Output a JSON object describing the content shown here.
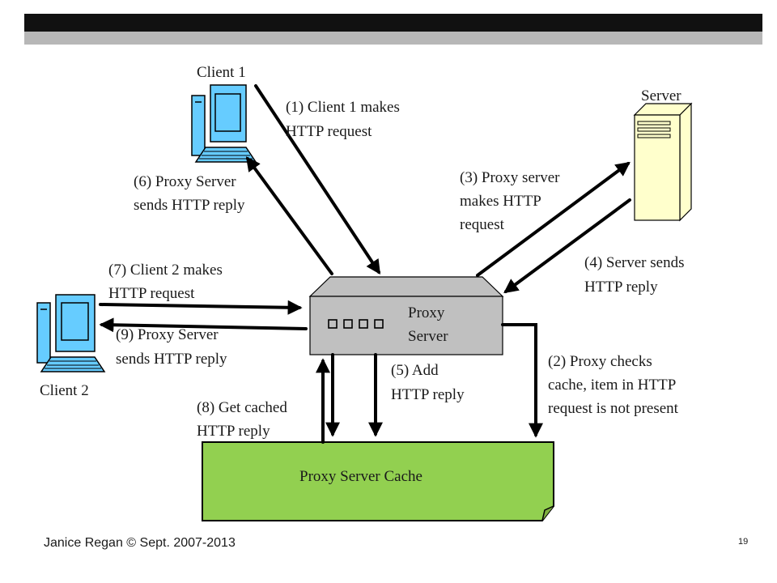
{
  "nodes": {
    "client1": "Client 1",
    "client2": "Client 2",
    "server": "Server",
    "proxy_line1": "Proxy",
    "proxy_line2": "Server",
    "cache": "Proxy Server Cache"
  },
  "steps": {
    "s1": [
      "(1) Client 1 makes",
      "HTTP request"
    ],
    "s2": [
      "(2) Proxy checks",
      "cache, item in HTTP",
      "request is not present"
    ],
    "s3": [
      "(3) Proxy server",
      "makes HTTP",
      "request"
    ],
    "s4": [
      "(4) Server sends",
      "HTTP reply"
    ],
    "s5": [
      "(5)   Add",
      "HTTP reply"
    ],
    "s6": [
      "(6) Proxy Server",
      "sends HTTP reply"
    ],
    "s7": [
      "(7) Client 2 makes",
      "HTTP request"
    ],
    "s8": [
      "(8) Get  cached",
      "HTTP reply"
    ],
    "s9": [
      "(9) Proxy Server",
      "sends HTTP reply"
    ]
  },
  "footer": {
    "author": "Janice Regan © Sept. 2007-2013",
    "page": "19"
  },
  "colors": {
    "cache_fill": "#92d050",
    "server_fill": "#ffffcc",
    "client_screen": "#66ccff",
    "proxy_fill": "#c0c0c0"
  }
}
